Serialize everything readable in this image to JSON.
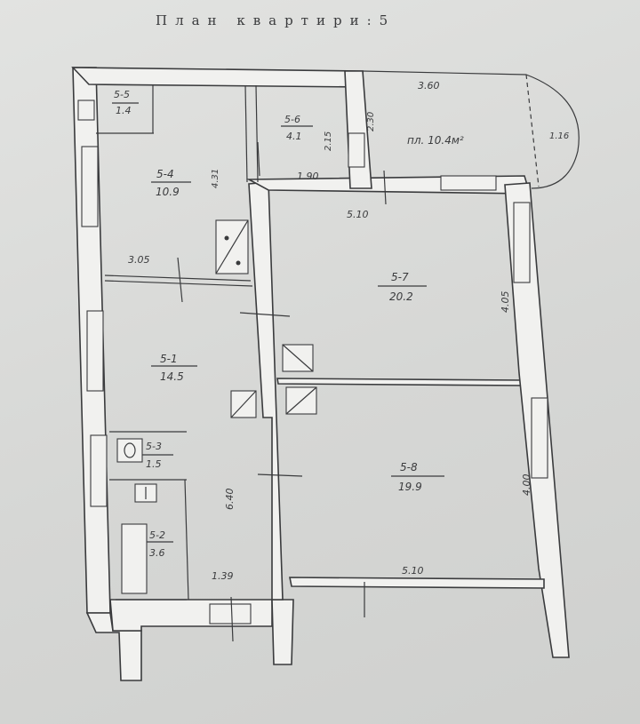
{
  "title": "План квартири:5",
  "balcony": {
    "area_label": "пл. 10.4м²",
    "dim_top": "3.60",
    "dim_side": "1.16",
    "dim_left": "2.30"
  },
  "rooms": [
    {
      "id": "5-5",
      "area": "1.4"
    },
    {
      "id": "5-6",
      "area": "4.1"
    },
    {
      "id": "5-4",
      "area": "10.9"
    },
    {
      "id": "5-7",
      "area": "20.2"
    },
    {
      "id": "5-1",
      "area": "14.5"
    },
    {
      "id": "5-3",
      "area": "1.5"
    },
    {
      "id": "5-8",
      "area": "19.9"
    },
    {
      "id": "5-2",
      "area": "3.6"
    }
  ],
  "dimensions": {
    "d_215": "2.15",
    "d_431": "4.31",
    "d_190": "1.90",
    "d_510_top": "5.10",
    "d_305": "3.05",
    "d_405": "4.05",
    "d_640": "6.40",
    "d_400": "4.00",
    "d_139": "1.39",
    "d_510_bottom": "5.10"
  }
}
